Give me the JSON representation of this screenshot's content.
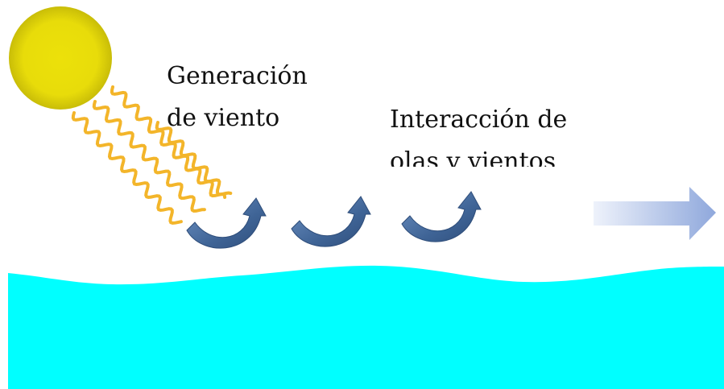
{
  "labels": {
    "wind_generation": [
      "Generación",
      "de viento"
    ],
    "wave_wind_interaction": [
      "Interacción  de",
      "olas y vientos"
    ]
  },
  "colors": {
    "sun_core": "#ece10a",
    "sun_edge": "#cfc309",
    "sun_rays": "#f3b52a",
    "curl_arrows": "#3f6496",
    "curl_arrows_highlight": "#6f93c4",
    "direction_arrow_start": "#eef2fb",
    "direction_arrow_end": "#8fa8dc",
    "water": "#00ffff",
    "background": "#ffffff"
  },
  "icons": {
    "sun": "sun-icon",
    "rays": "wavy-ray-icon",
    "curl": "curved-arrow-icon",
    "direction": "right-arrow-icon"
  }
}
